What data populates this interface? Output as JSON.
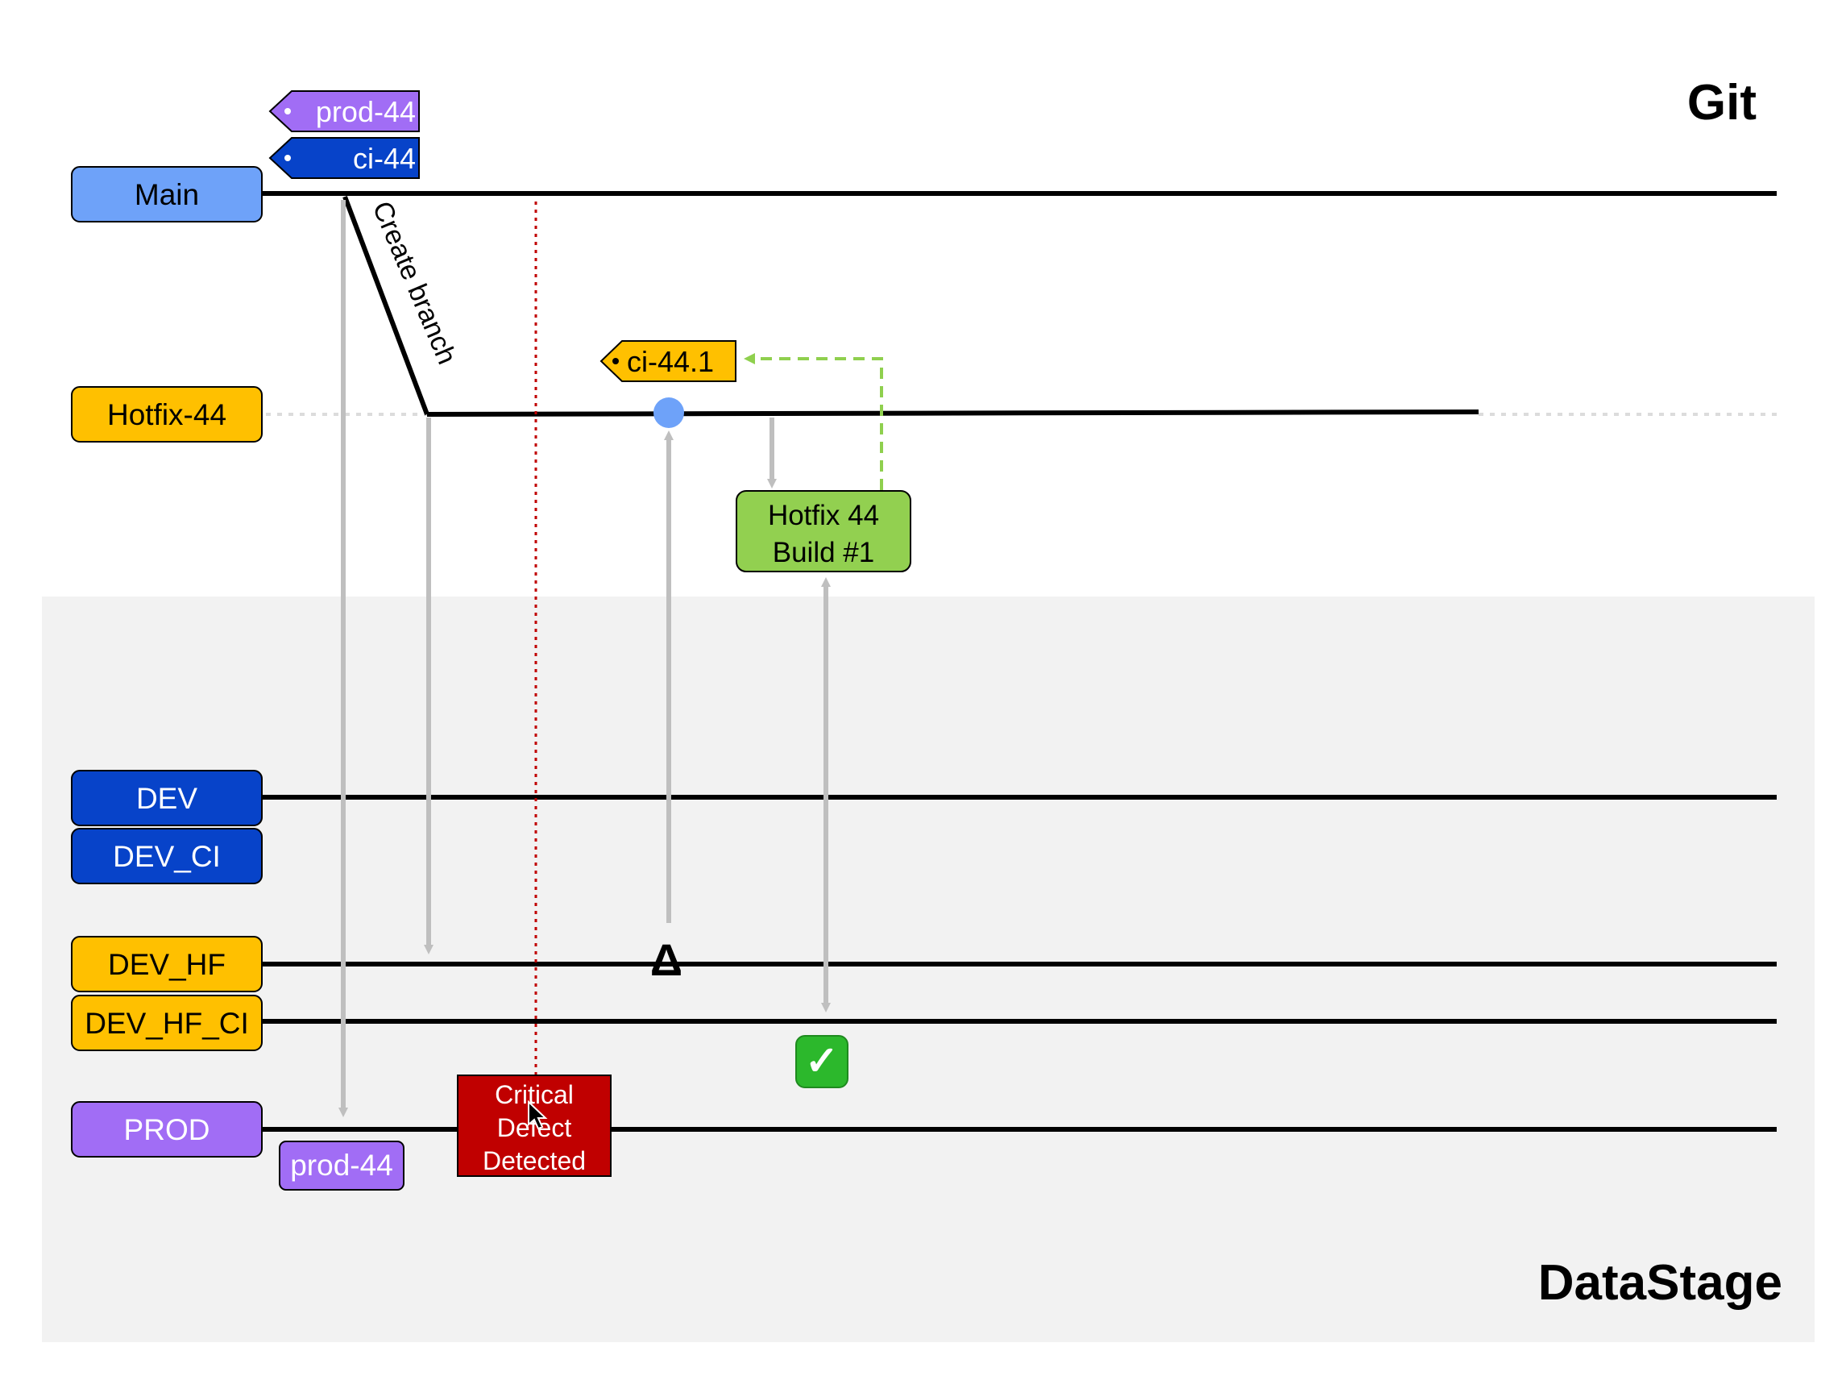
{
  "sections": {
    "git": "Git",
    "datastage": "DataStage"
  },
  "lanes": {
    "main": "Main",
    "hotfix": "Hotfix-44",
    "dev": "DEV",
    "dev_ci": "DEV_CI",
    "dev_hf": "DEV_HF",
    "dev_hf_ci": "DEV_HF_CI",
    "prod": "PROD"
  },
  "tags": {
    "prod": "prod-44",
    "ci": "ci-44",
    "hotfix_ci": "ci-44.1",
    "prod_deploy": "prod-44"
  },
  "labels": {
    "create_branch": "Create branch",
    "delta": "Δ",
    "check": "✓"
  },
  "build_box": {
    "line1": "Hotfix 44",
    "line2": "Build #1"
  },
  "defect_box": {
    "line1": "Critical",
    "line2": "Defect",
    "line3": "Detected"
  },
  "colors": {
    "main": "#6ea2f9",
    "hotfix": "#ffc000",
    "dev": "#0743c9",
    "prod": "#a16df5",
    "build": "#92d050",
    "defect": "#c00000",
    "dashed": "#8fd04e",
    "datastage_bg": "#f2f2f2",
    "connector": "#bfbfbf",
    "commit_dot": "#6ea2f9"
  }
}
